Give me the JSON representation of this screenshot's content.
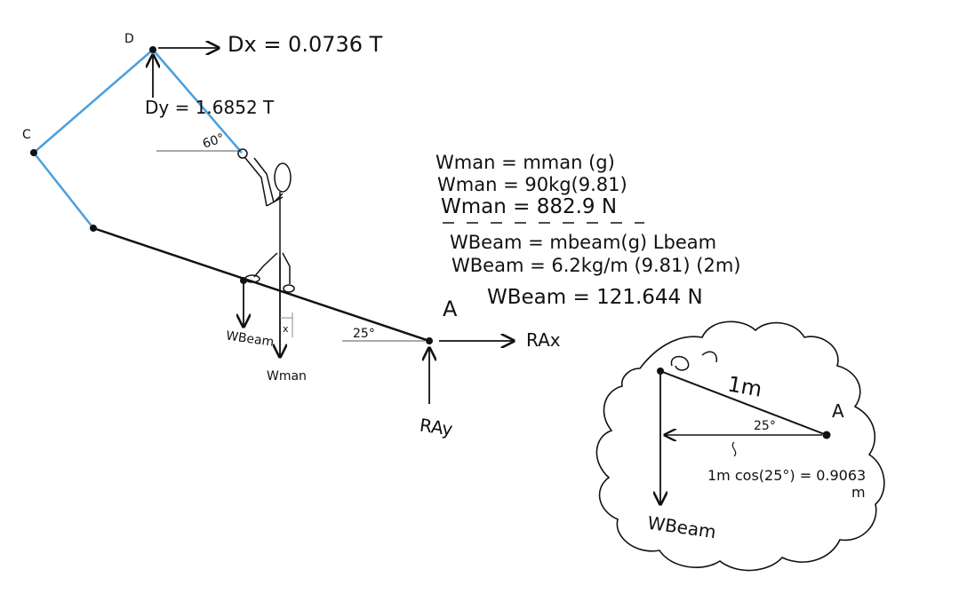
{
  "labels": {
    "point_d": "D",
    "point_c": "C",
    "point_a": "A",
    "dx": "Dx = 0.0736 T",
    "dy": "Dy = 1.6852 T",
    "angle_60": "60°",
    "angle_25": "25°",
    "w_beam": "WBeam",
    "w_man": "Wman",
    "x": "x",
    "r_ax": "RAx",
    "r_ay": "RAy"
  },
  "equations": [
    "Wman = mman (g)",
    "Wman = 90kg(9.81)",
    "Wman = 882.9 N",
    "WBeam = mbeam(g) Lbeam",
    "WBeam = 6.2kg/m (9.81) (2m)",
    "WBeam = 121.644 N"
  ],
  "inset": {
    "length_label": "1m",
    "point_a": "A",
    "angle": "25°",
    "projection": "1m cos(25°) = 0.9063",
    "unit": "m",
    "w_beam": "WBeam"
  },
  "colors": {
    "cable": "#4a9fdc",
    "ink": "#111111"
  }
}
